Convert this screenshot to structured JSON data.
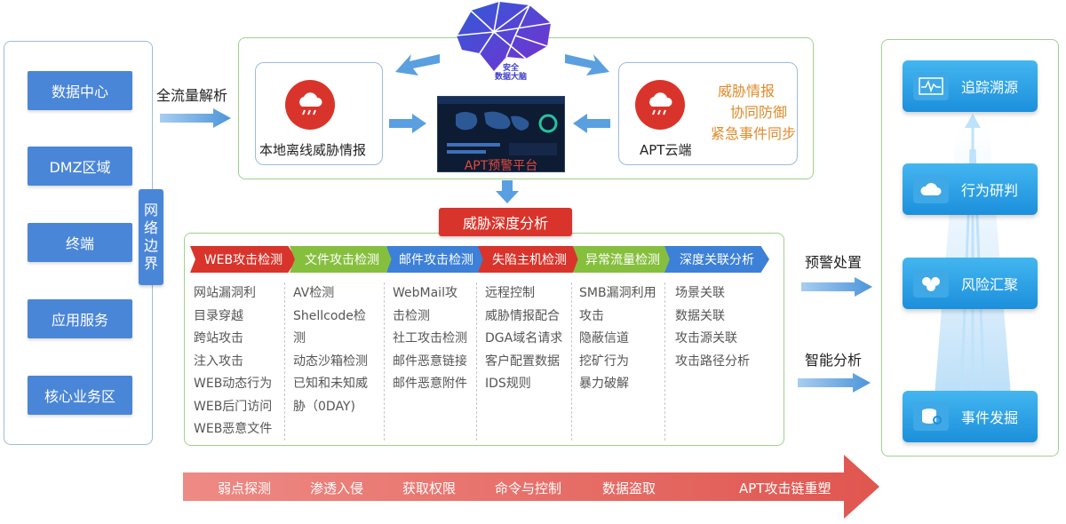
{
  "left_zones": [
    "数据中心",
    "DMZ区域",
    "终端",
    "应用服务",
    "核心业务区"
  ],
  "border_label": [
    "网",
    "络",
    "边",
    "界"
  ],
  "full_traffic_label": "全流量解析",
  "brand": {
    "logo_line1": "安全",
    "logo_line2": "数据大脑"
  },
  "local_intel_label": "本地离线威胁情报",
  "apt_cloud_label": "APT云端",
  "platform_label": "APT预警平台",
  "cloud_features": [
    "威胁情报",
    "协同防御",
    "紧急事件同步"
  ],
  "deep_analysis_title": "威胁深度分析",
  "categories": [
    {
      "title": "WEB攻击检测",
      "color": "#d9342b",
      "items": [
        "网站漏洞利",
        "目录穿越",
        "跨站攻击",
        "注入攻击",
        "WEB动态行为",
        "WEB后门访问",
        "WEB恶意文件"
      ]
    },
    {
      "title": "文件攻击检测",
      "color": "#86bf3d",
      "items": [
        "AV检测",
        "Shellcode检",
        "测",
        "动态沙箱检测",
        "已知和未知威",
        "胁（0DAY)"
      ]
    },
    {
      "title": "邮件攻击检测",
      "color": "#3d80d8",
      "items": [
        "WebMail攻",
        "击检测",
        "社工攻击检测",
        "邮件恶意链接",
        "邮件恶意附件"
      ]
    },
    {
      "title": "失陷主机检测",
      "color": "#d9342b",
      "items": [
        "远程控制",
        "威胁情报配合",
        "DGA域名请求",
        "客户配置数据",
        "IDS规则"
      ]
    },
    {
      "title": "异常流量检测",
      "color": "#86bf3d",
      "items": [
        "SMB漏洞利用",
        "攻击",
        "隐蔽信道",
        "挖矿行为",
        "暴力破解"
      ]
    },
    {
      "title": "深度关联分析",
      "color": "#3d80d8",
      "items": [
        "场景关联",
        "数据关联",
        "攻击源关联",
        "攻击路径分析"
      ]
    }
  ],
  "right_arrows": [
    "预警处置",
    "智能分析"
  ],
  "right_panel": [
    "追踪溯源",
    "行为研判",
    "风险汇聚",
    "事件发掘"
  ],
  "kill_chain": [
    "弱点探测",
    "渗透入侵",
    "获取权限",
    "命令与控制",
    "数据盗取",
    "APT攻击链重塑"
  ],
  "colors": {
    "zone_blue": "#4a86d8",
    "green_frame": "#9cd38a",
    "kill_chain_red": "#e0605c",
    "orange_text": "#e08a2a",
    "tile_blue": "#1c8fdc"
  }
}
